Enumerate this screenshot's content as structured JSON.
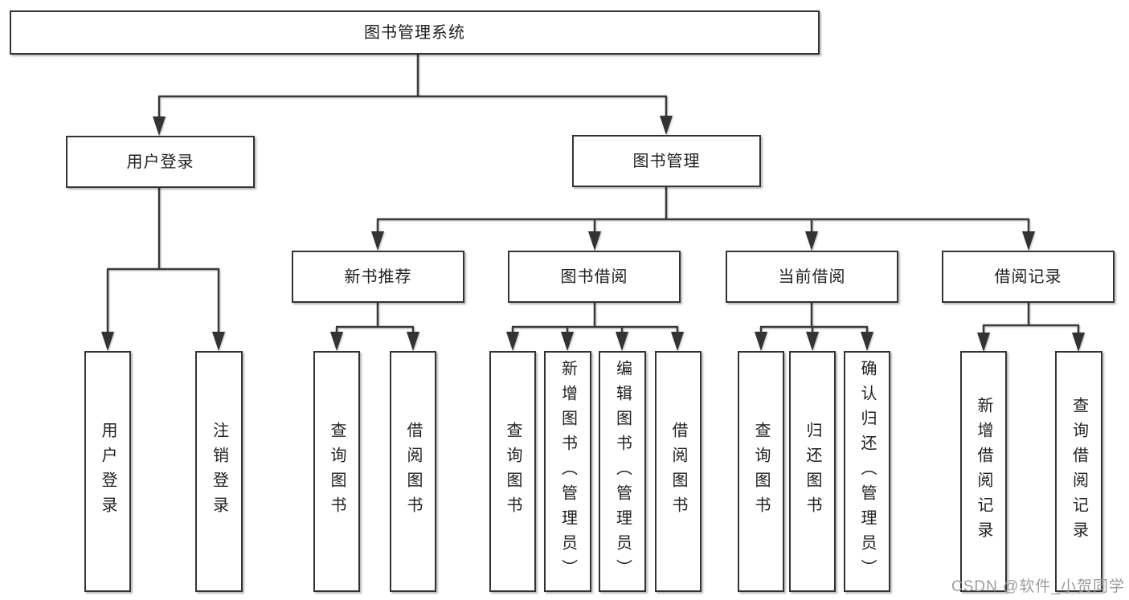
{
  "colors": {
    "background": "#ffffff",
    "line": "#3a3a3a",
    "box_border": "#333333",
    "text": "#1f1f1f",
    "watermark": "#9c9c9c"
  },
  "tree": {
    "root": {
      "label": "图书管理系统"
    },
    "level2": [
      {
        "label": "用户登录",
        "children": [
          {
            "label": "用户登录"
          },
          {
            "label": "注销登录"
          }
        ]
      },
      {
        "label": "图书管理",
        "children": [
          {
            "label": "新书推荐",
            "children": [
              {
                "label": "查询图书"
              },
              {
                "label": "借阅图书"
              }
            ]
          },
          {
            "label": "图书借阅",
            "children": [
              {
                "label": "查询图书"
              },
              {
                "label": "新增图书（管理员）"
              },
              {
                "label": "编辑图书（管理员）"
              },
              {
                "label": "借阅图书"
              }
            ]
          },
          {
            "label": "当前借阅",
            "children": [
              {
                "label": "查询图书"
              },
              {
                "label": "归还图书"
              },
              {
                "label": "确认归还（管理员）"
              }
            ]
          },
          {
            "label": "借阅记录",
            "children": [
              {
                "label": "新增借阅记录"
              },
              {
                "label": "查询借阅记录"
              }
            ]
          }
        ]
      }
    ]
  },
  "watermark": {
    "text": "CSDN @软件_小贺同学"
  }
}
